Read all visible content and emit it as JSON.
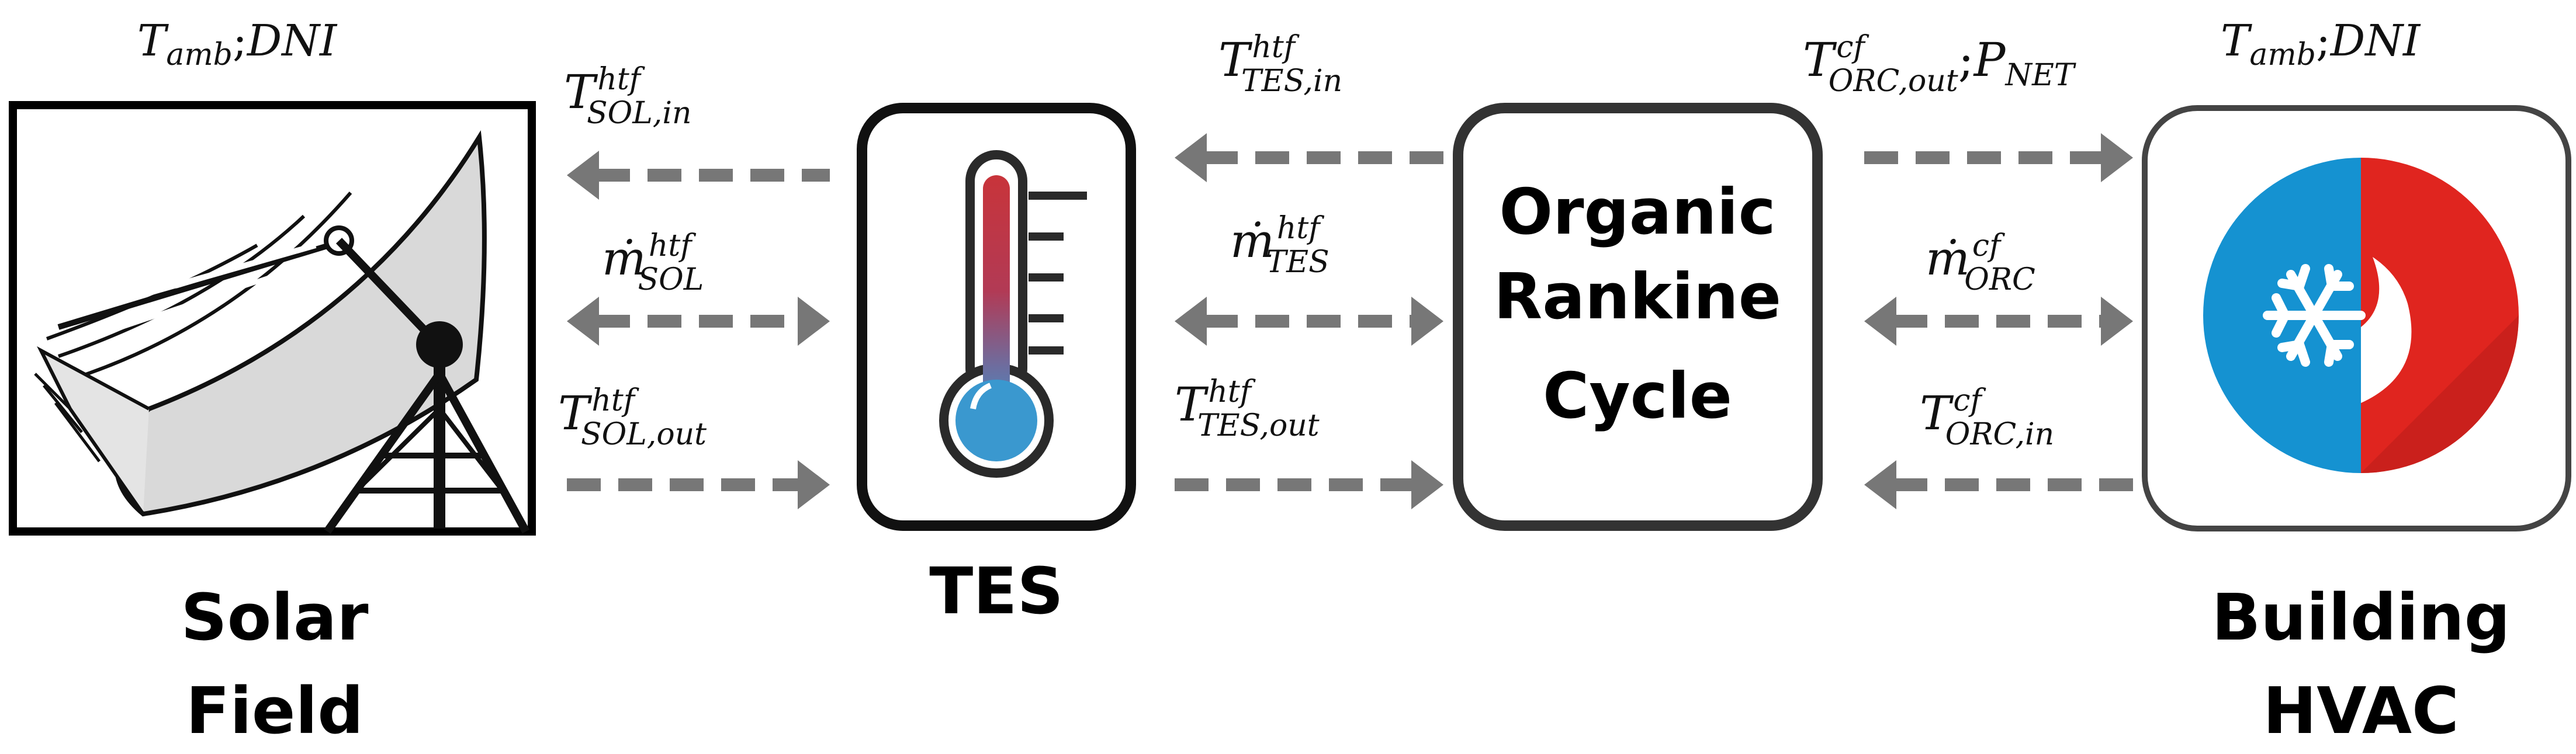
{
  "nodes": {
    "solar": {
      "label_line1": "Solar",
      "label_line2": "Field"
    },
    "tes": {
      "label": "TES"
    },
    "orc": {
      "line1": "Organic",
      "line2": "Rankine",
      "line3": "Cycle"
    },
    "hvac": {
      "label_line1": "Building",
      "label_line2": "HVAC"
    }
  },
  "inputs": {
    "solar": {
      "t_base": "T",
      "t_sub": "amb",
      "sep": ";",
      "dni": "DNI"
    },
    "hvac": {
      "t_base": "T",
      "t_sub": "amb",
      "sep": ";",
      "dni": "DNI"
    }
  },
  "signals": {
    "sol_in": {
      "base": "T",
      "sup": "htf",
      "sub": "SOL,in",
      "direction": "left"
    },
    "sol_m": {
      "base": "ṁ",
      "sup": "htf",
      "sub": "SOL",
      "direction": "both"
    },
    "sol_out": {
      "base": "T",
      "sup": "htf",
      "sub": "SOL,out",
      "direction": "right"
    },
    "tes_in": {
      "base": "T",
      "sup": "htf",
      "sub": "TES,in",
      "direction": "left"
    },
    "tes_m": {
      "base": "ṁ",
      "sup": "htf",
      "sub": "TES",
      "direction": "both"
    },
    "tes_out": {
      "base": "T",
      "sup": "htf",
      "sub": "TES,out",
      "direction": "right"
    },
    "orc_out": {
      "base": "T",
      "sup": "cf",
      "sub": "ORC,out",
      "sep": ";",
      "p_base": "P",
      "p_sub": "NET",
      "direction": "right"
    },
    "orc_m": {
      "base": "ṁ",
      "sup": "cf",
      "sub": "ORC",
      "direction": "both"
    },
    "orc_in": {
      "base": "T",
      "sup": "cf",
      "sub": "ORC,in",
      "direction": "left"
    }
  },
  "colors": {
    "arrow": "#777777",
    "frame": "#111111",
    "hvac_blue": "#1592d1",
    "hvac_red": "#e0251f",
    "thermo_red": "#c8343a",
    "thermo_blue": "#3a98cf"
  },
  "icons": {
    "solar": "parabolic-trough-icon",
    "tes": "thermometer-icon",
    "hvac": "snowflake-flame-icon"
  }
}
